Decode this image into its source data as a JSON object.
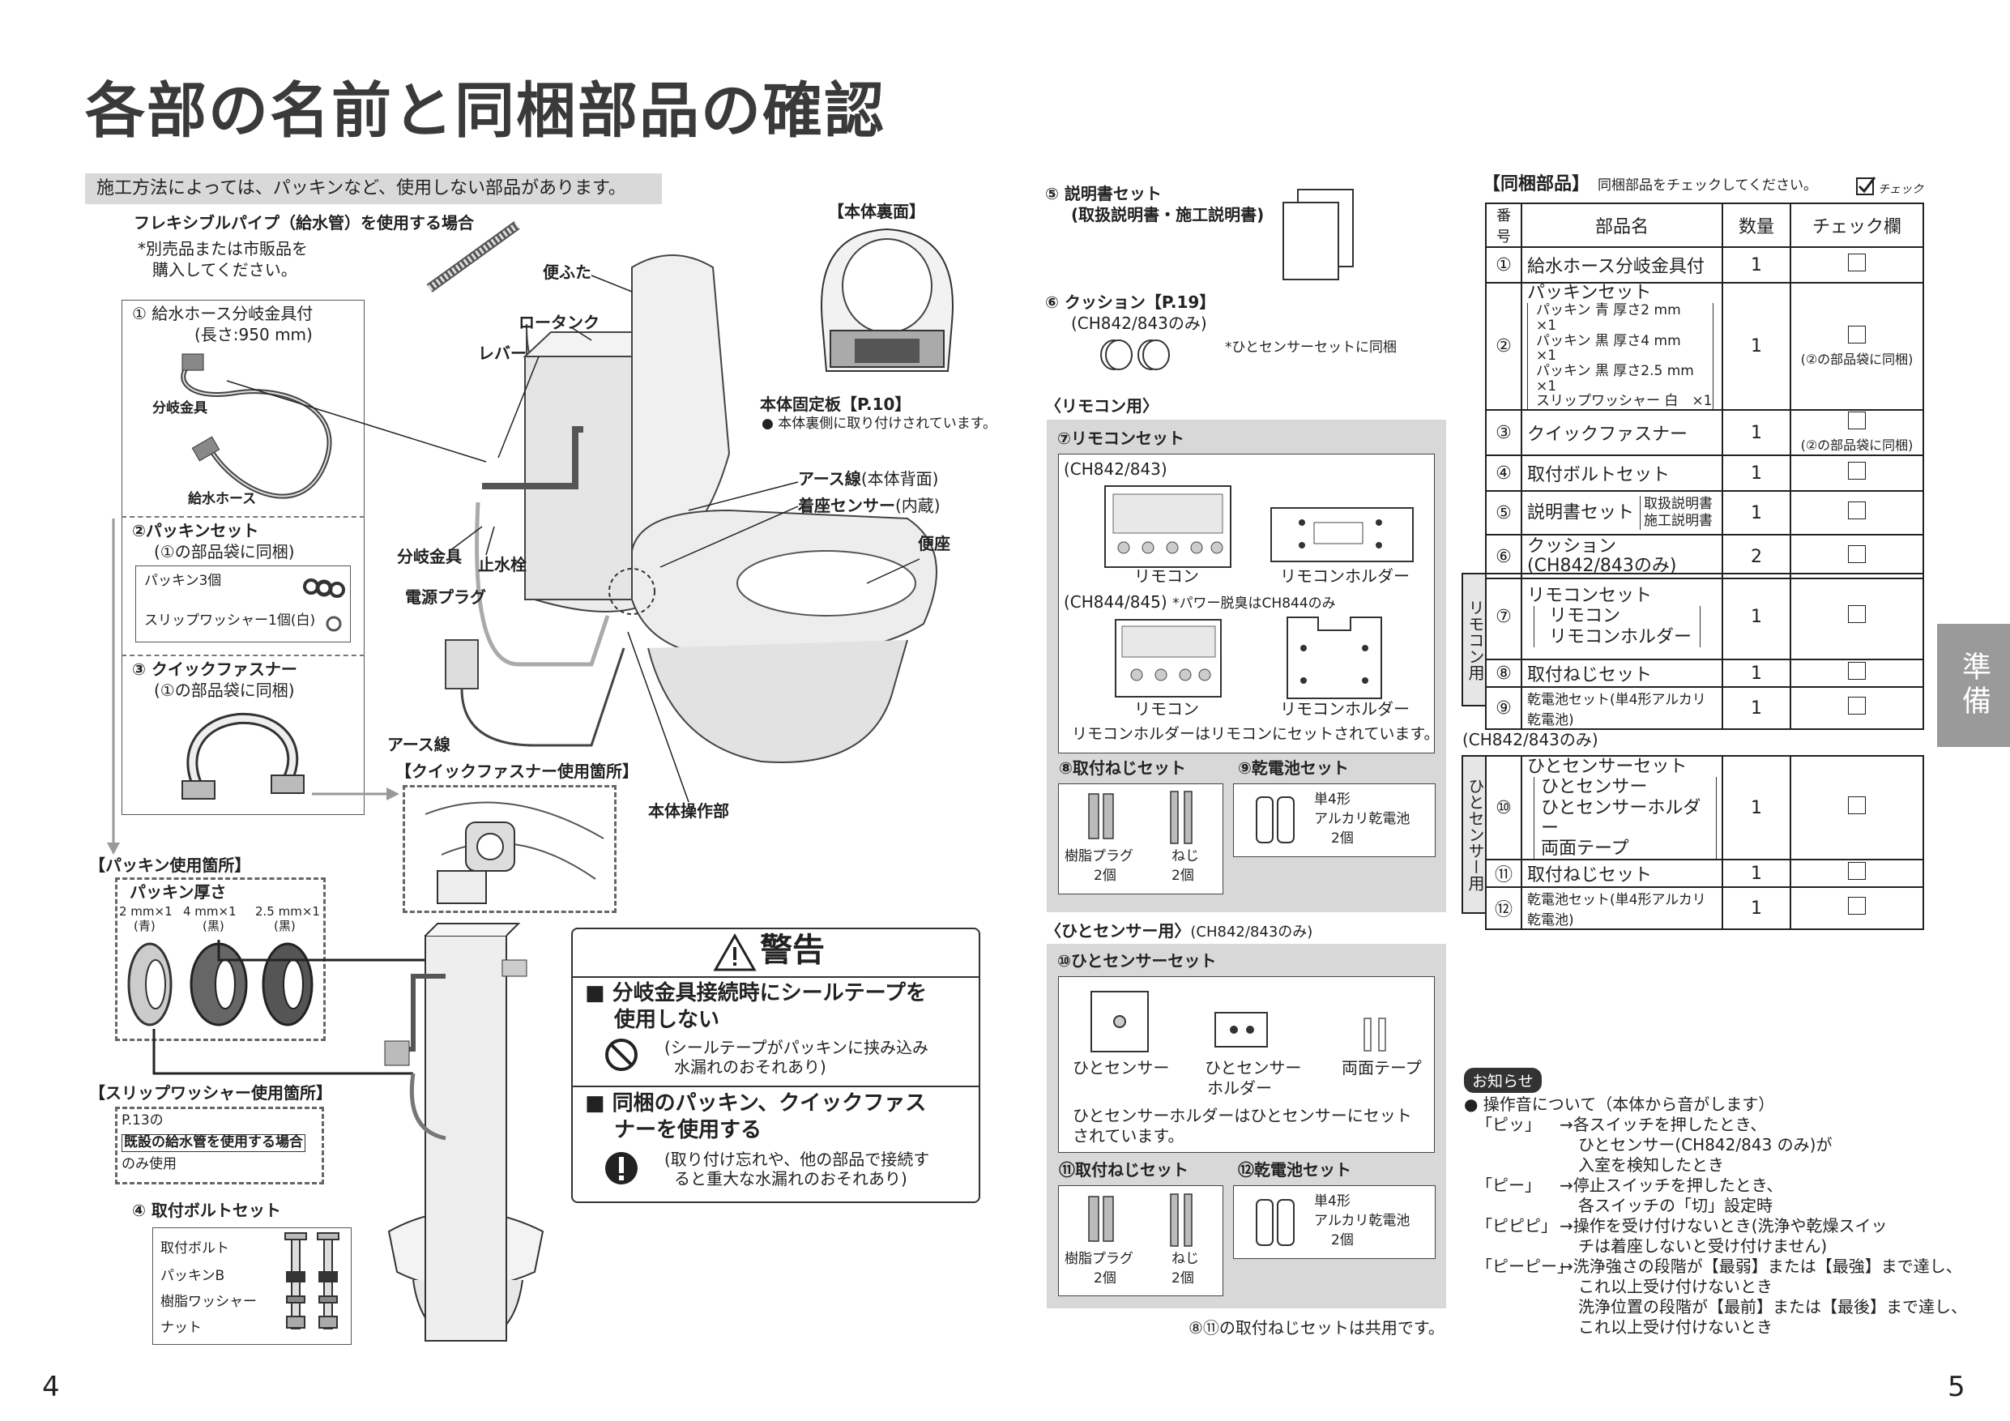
{
  "page_title": "各部の名前と同梱部品の確認",
  "lead_note": "施工方法によっては、パッキンなど、使用しない部品があります。",
  "left": {
    "flexpipe_title": "フレキシブルパイプ（給水管）を使用する場合",
    "flexpipe_note1": "*別売品または市販品を",
    "flexpipe_note2": "購入してください。",
    "hose_title": "① 給水ホース分岐金具付",
    "hose_length": "(長さ:950 mm)",
    "bunki_label": "分岐金具",
    "kyusui_label": "給水ホース",
    "packing_title": "②パッキンセット",
    "packing_sub": "(①の部品袋に同梱)",
    "packing3": "パッキン3個",
    "slip1": "スリップワッシャー1個(白)",
    "quick_title": "③ クイックファスナー",
    "quick_sub": "(①の部品袋に同梱)",
    "packing_use": "【パッキン使用箇所】",
    "packing_thick": "パッキン厚さ",
    "thick_2": "2 mm×1",
    "thick_4": "4 mm×1",
    "thick_25": "2.5 mm×1",
    "color_blue": "(青)",
    "color_black1": "(黒)",
    "color_black2": "(黒)",
    "slip_use": "【スリップワッシャー使用箇所】",
    "slip_p13": "P.13の",
    "slip_existing": "既設の給水管を使用する場合",
    "slip_only": "のみ使用",
    "bolt_title": "④ 取付ボルトセット",
    "bolt_parts": [
      "取付ボルト",
      "パッキンB",
      "樹脂ワッシャー",
      "ナット"
    ]
  },
  "center": {
    "benfuta": "便ふた",
    "rotank": "ロータンク",
    "lever": "レバー",
    "bunki": "分岐金具",
    "shisui": "止水栓",
    "dengen": "電源プラグ",
    "earth": "アース線",
    "earth2": "アース線",
    "earth2_suffix": "(本体背面)",
    "chakuza": "着座センサー",
    "chakuza_suffix": "(内蔵)",
    "benza": "便座",
    "quick_use": "【クイックファスナー使用箇所】",
    "sousa": "本体操作部",
    "ura_title": "【本体裏面】",
    "kotei": "本体固定板【P.10】",
    "kotei_note": "● 本体裏側に取り付けされています。"
  },
  "warning": {
    "title": "警告",
    "item1_line1": "■ 分岐金具接続時にシールテープを",
    "item1_line2": "使用しない",
    "item1_note1": "(シールテープがパッキンに挟み込み",
    "item1_note2": "水漏れのおそれあり)",
    "item2_line1": "■ 同梱のパッキン、クイックファス",
    "item2_line2": "ナーを使用する",
    "item2_note1": "(取り付け忘れや、他の部品で接続す",
    "item2_note2": "ると重大な水漏れのおそれあり)"
  },
  "middle": {
    "manual_title": "⑤ 説明書セット",
    "manual_sub": "(取扱説明書・施工説明書)",
    "cushion_title": "⑥ クッション【P.19】",
    "cushion_sub": "(CH842/843のみ)",
    "cushion_note": "*ひとセンサーセットに同梱",
    "remocon_header": "〈リモコン用〉",
    "remocon_set": "⑦リモコンセット",
    "model_a": "(CH842/843)",
    "remocon": "リモコン",
    "holder": "リモコンホルダー",
    "model_b": "(CH844/845)",
    "power_note": "*パワー脱臭はCH844のみ",
    "remocon2": "リモコン",
    "holder2": "リモコンホルダー",
    "holder_note": "リモコンホルダーはリモコンにセットされています。",
    "screw_title": "⑧取付ねじセット",
    "battery_title": "⑨乾電池セット",
    "plug": "樹脂プラグ",
    "plug_qty": "2個",
    "neji": "ねじ",
    "neji_qty": "2個",
    "battery_desc1": "単4形",
    "battery_desc2": "アルカリ乾電池",
    "battery_qty": "2個",
    "sensor_header": "〈ひとセンサー用〉",
    "sensor_header_sub": "(CH842/843のみ)",
    "sensor_set": "⑩ひとセンサーセット",
    "sensor": "ひとセンサー",
    "sensor_holder1": "ひとセンサー",
    "sensor_holder2": "ホルダー",
    "tape": "両面テープ",
    "sensor_note1": "ひとセンサーホルダーはひとセンサーにセット",
    "sensor_note2": "されています。",
    "screw2_title": "⑪取付ねじセット",
    "battery2_title": "⑫乾電池セット",
    "plug2": "樹脂プラグ",
    "plug2_qty": "2個",
    "neji2": "ねじ",
    "neji2_qty": "2個",
    "battery2_desc1": "単4形",
    "battery2_desc2": "アルカリ乾電池",
    "battery2_qty": "2個",
    "common_note": "⑧⑪の取付ねじセットは共用です。"
  },
  "parts_table": {
    "title": "【同梱部品】",
    "instruction": "同梱部品をチェックしてください。",
    "check_word": "チェック",
    "headers": [
      "番号",
      "部品名",
      "数量",
      "チェック欄"
    ],
    "rows": [
      {
        "no": "①",
        "name": "給水ホース分岐金具付",
        "qty": "1",
        "note": ""
      },
      {
        "no": "②",
        "name": "パッキンセット",
        "qty": "1",
        "note": "(②の部品袋に同梱)",
        "sub": [
          "パッキン 青 厚さ2 mm　×1",
          "パッキン 黒 厚さ4 mm　×1",
          "パッキン 黒 厚さ2.5 mm ×1",
          "スリップワッシャー 白　×1"
        ]
      },
      {
        "no": "③",
        "name": "クイックファスナー",
        "qty": "1",
        "note": "(②の部品袋に同梱)"
      },
      {
        "no": "④",
        "name": "取付ボルトセット",
        "qty": "1",
        "note": ""
      },
      {
        "no": "⑤",
        "name": "説明書セット",
        "qty": "1",
        "note": "",
        "sub": [
          "取扱説明書",
          "施工説明書"
        ]
      },
      {
        "no": "⑥",
        "name": "クッション",
        "qty": "2",
        "note": "",
        "sub": [
          "(CH842/843のみ)"
        ]
      }
    ]
  },
  "remocon_table": {
    "side": "リモコン用",
    "rows": [
      {
        "no": "⑦",
        "name": "リモコンセット",
        "qty": "1",
        "sub": [
          "リモコン",
          "リモコンホルダー"
        ]
      },
      {
        "no": "⑧",
        "name": "取付ねじセット",
        "qty": "1"
      },
      {
        "no": "⑨",
        "name": "乾電池セット(単4形アルカリ乾電池)",
        "qty": "1"
      }
    ]
  },
  "sensor_table": {
    "caption": "(CH842/843のみ)",
    "side": "ひとセンサー用",
    "rows": [
      {
        "no": "⑩",
        "name": "ひとセンサーセット",
        "qty": "1",
        "sub": [
          "ひとセンサー",
          "ひとセンサーホルダー",
          "両面テープ"
        ]
      },
      {
        "no": "⑪",
        "name": "取付ねじセット",
        "qty": "1"
      },
      {
        "no": "⑫",
        "name": "乾電池セット(単4形アルカリ乾電池)",
        "qty": "1"
      }
    ]
  },
  "notice": {
    "badge": "お知らせ",
    "heading": "● 操作音について（本体から音がします）",
    "items": [
      {
        "sound": "「ピッ」",
        "lines": [
          "→各スイッチを押したとき、",
          "ひとセンサー(CH842/843 のみ)が",
          "入室を検知したとき"
        ]
      },
      {
        "sound": "「ピー」",
        "lines": [
          "→停止スイッチを押したとき、",
          "各スイッチの「切」設定時"
        ]
      },
      {
        "sound": "「ピピピ」",
        "lines": [
          "→操作を受け付けないとき(洗浄や乾燥スイッ",
          "チは着座しないと受け付けません)"
        ]
      },
      {
        "sound": "「ピーピー」",
        "lines": [
          "→洗浄強さの段階が【最弱】または【最強】まで達し、",
          "これ以上受け付けないとき",
          "洗浄位置の段階が【最前】または【最後】まで達し、",
          "これ以上受け付けないとき"
        ]
      }
    ]
  },
  "side_tab": "準備",
  "page_left": "4",
  "page_right": "5"
}
